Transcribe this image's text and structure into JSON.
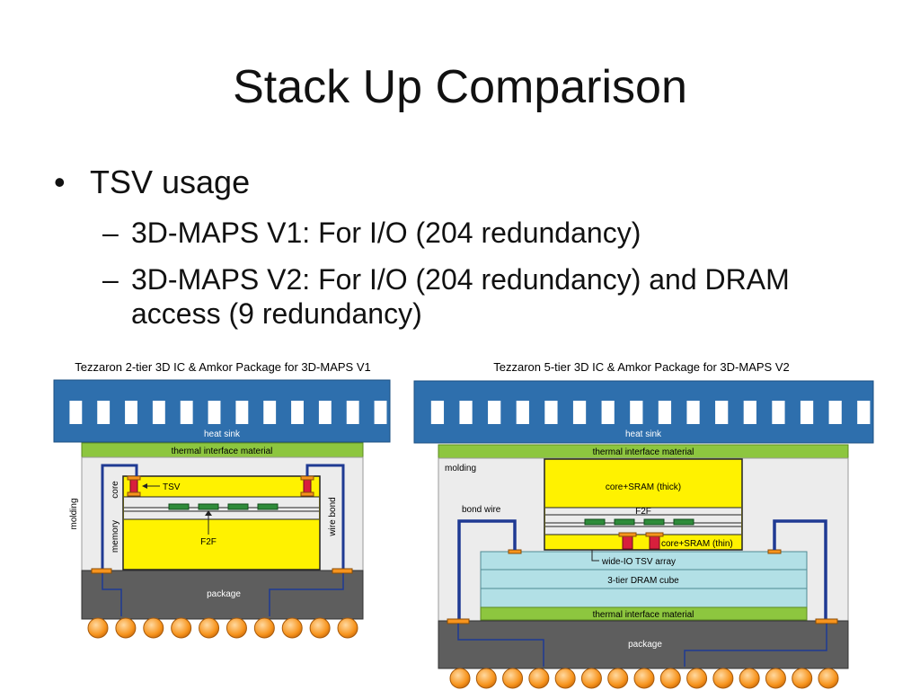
{
  "slide": {
    "title": "Stack Up Comparison",
    "bullet": "TSV usage",
    "dash": "–",
    "subbullets": [
      "3D-MAPS V1: For I/O (204 redundancy)",
      "3D-MAPS V2: For I/O (204 redundancy) and DRAM access (9 redundancy)"
    ]
  },
  "diagram_v1": {
    "caption": "Tezzaron 2-tier 3D IC & Amkor Package for 3D-MAPS V1",
    "heat_sink": "heat sink",
    "tim": "thermal interface material",
    "molding": "molding",
    "core": "core",
    "memory": "memory",
    "tsv": "TSV",
    "f2f": "F2F",
    "wire_bond": "wire bond",
    "package": "package"
  },
  "diagram_v2": {
    "caption": "Tezzaron 5-tier 3D IC & Amkor Package for 3D-MAPS V2",
    "heat_sink": "heat sink",
    "tim_top": "thermal interface material",
    "molding": "molding",
    "core_thick": "core+SRAM (thick)",
    "f2f": "F2F",
    "core_thin": "core+SRAM (thin)",
    "bond_wire": "bond wire",
    "tsv_array": "wide-IO TSV array",
    "dram": "3-tier DRAM cube",
    "tim_bottom": "thermal interface material",
    "package": "package"
  },
  "colors": {
    "heat_sink": "#2e6fad",
    "tim": "#8dc63f",
    "chip": "#fff200",
    "dram": "#b2e0e6",
    "package": "#5e5e5e",
    "wire": "#1f3a93",
    "pad": "#f7941d",
    "tsv": "#d81f3c",
    "bump": "#f7941d",
    "f2f_bar": "#2e8b3a"
  }
}
